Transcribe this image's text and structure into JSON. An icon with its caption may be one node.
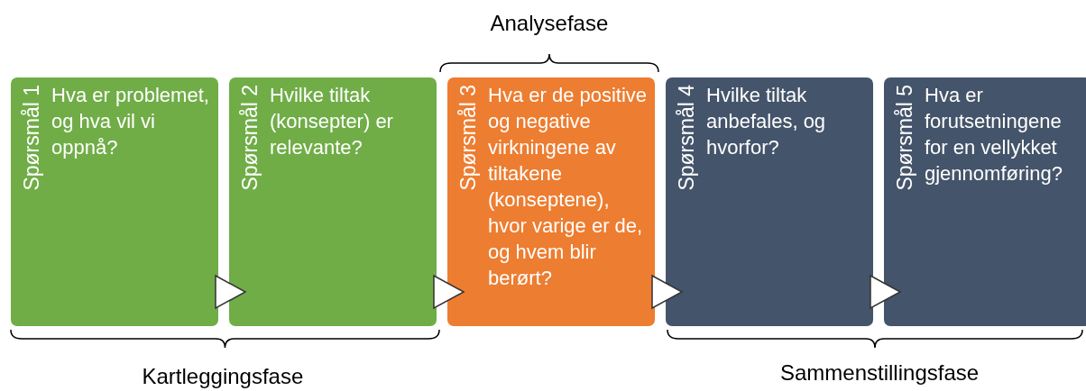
{
  "diagram": {
    "nodes": [
      {
        "text": [
          "Spørsmål 1",
          "Hva er problemet, og hva vil vi oppnå?"
        ]
      },
      {
        "text": [
          "Spørsmål 2",
          "Hvilke tiltak (konsepter) er relevante?"
        ]
      },
      {
        "text": [
          "Spørsmål 3",
          "Hva er de positive og negative virkningene av tiltakene (konseptene), hvor varige er de, og hvem blir berørt?"
        ]
      },
      {
        "text": [
          "Spørsmål 4",
          "Hvilke tiltak anbefales, og hvorfor?"
        ]
      },
      {
        "text": [
          "Spørsmål 5",
          "Hva er forutsetningene for en vellykket gjennomføring?"
        ]
      }
    ],
    "edges": [
      {
        "from": 0,
        "to": 1,
        "arrow": "to"
      },
      {
        "from": 1,
        "to": 2,
        "arrow": "to"
      },
      {
        "from": 2,
        "to": 3,
        "arrow": "to"
      },
      {
        "from": 3,
        "to": 4,
        "arrow": "to"
      }
    ],
    "labels": [
      "Analysefase",
      "Kartleggingsfase",
      "Sammenstillingsfase"
    ]
  }
}
